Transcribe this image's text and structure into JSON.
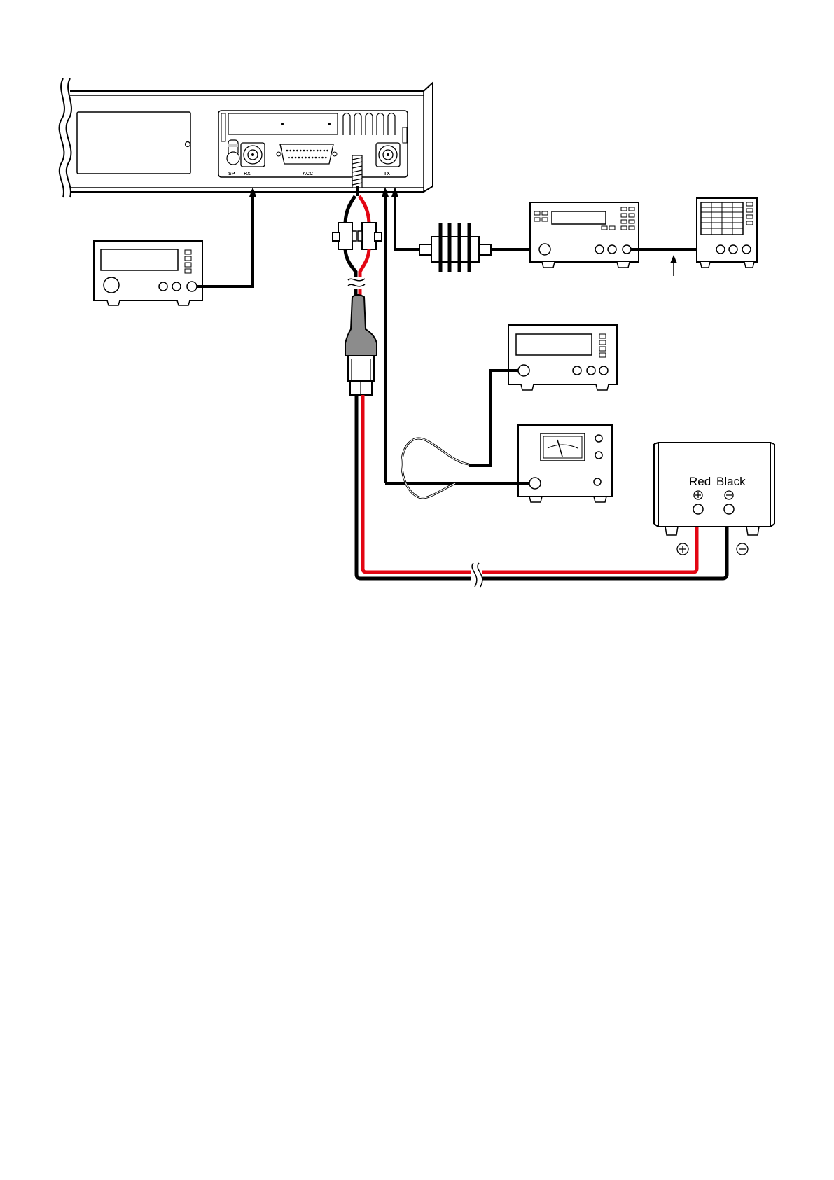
{
  "radio": {
    "ports": {
      "speaker": "SP",
      "receiver": "RX",
      "accessory": "ACC",
      "transmitter": "TX"
    }
  },
  "power_supply": {
    "terminal_positive_label": "Red",
    "terminal_negative_label": "Black"
  },
  "colors": {
    "positive_wire": "#e30613",
    "negative_wire": "#000000",
    "connector_boot": "#8c8c8c"
  }
}
